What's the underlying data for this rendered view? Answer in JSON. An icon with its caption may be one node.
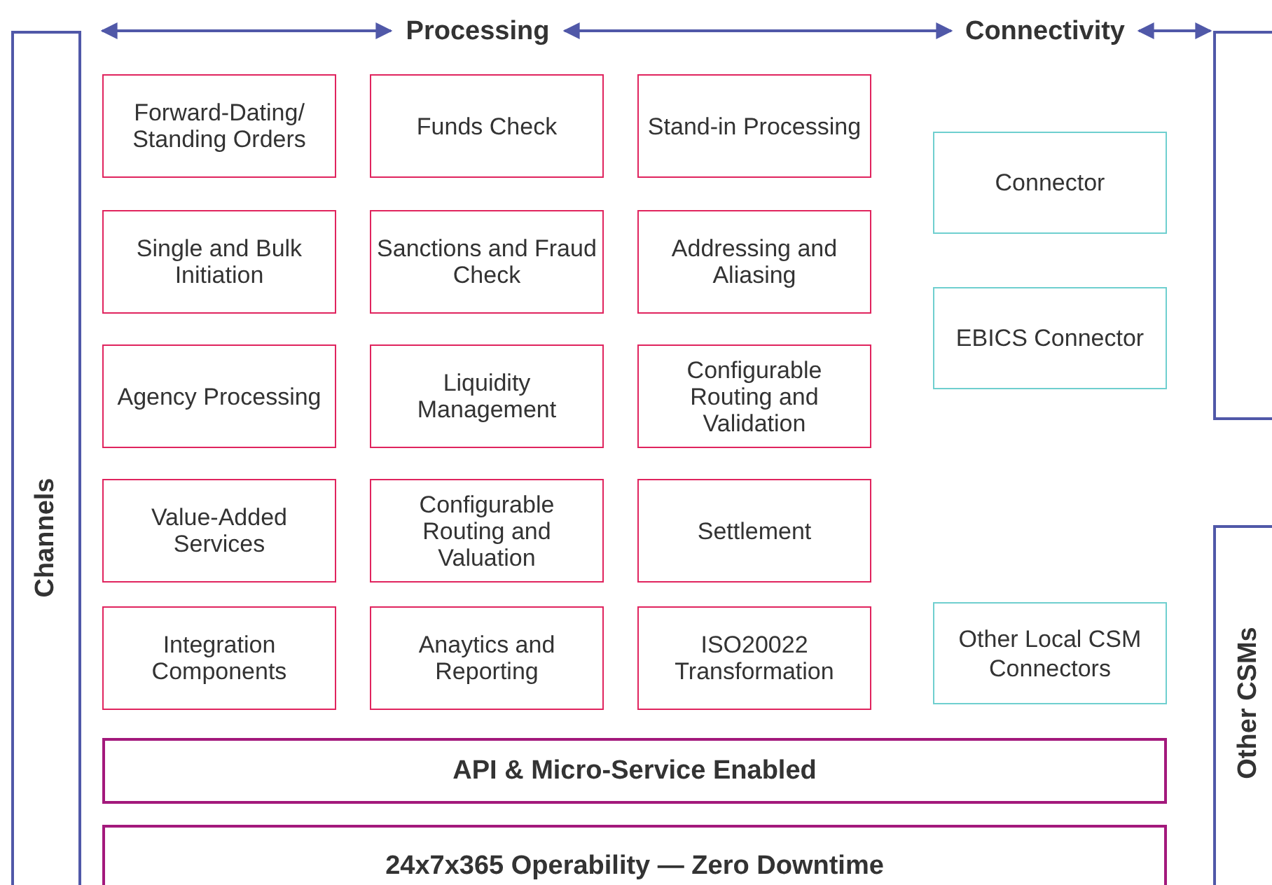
{
  "diagram": {
    "nodes": [
      {
        "text": [
          "Channels"
        ]
      },
      {
        "text": [
          "Processing"
        ]
      },
      {
        "text": [
          "Connectivity"
        ]
      },
      {
        "text": [],
        "shape": "box"
      },
      {
        "text": [
          "Other CSMs"
        ]
      },
      {
        "text": [
          "Forward-Dating/ Standing Orders"
        ]
      },
      {
        "text": [
          "Funds Check"
        ]
      },
      {
        "text": [
          "Stand-in Processing"
        ]
      },
      {
        "text": [
          "Single and Bulk Initiation"
        ]
      },
      {
        "text": [
          "Sanctions and Fraud Check"
        ]
      },
      {
        "text": [
          "Addressing and Aliasing"
        ]
      },
      {
        "text": [
          "Agency Processing"
        ]
      },
      {
        "text": [
          "Liquidity Management"
        ]
      },
      {
        "text": [
          "Configurable Routing and Validation"
        ]
      },
      {
        "text": [
          "Value-Added Services"
        ]
      },
      {
        "text": [
          "Configurable Routing and Valuation"
        ]
      },
      {
        "text": [
          "Settlement"
        ]
      },
      {
        "text": [
          "Integration Components"
        ]
      },
      {
        "text": [
          "Anaytics and Reporting"
        ]
      },
      {
        "text": [
          "ISO20022 Transformation"
        ]
      },
      {
        "text": [
          "Connector"
        ]
      },
      {
        "text": [
          "EBICS Connector"
        ]
      },
      {
        "text": [
          "Other Local CSM Connectors"
        ]
      },
      {
        "text": [
          "API & Micro-Service Enabled"
        ]
      },
      {
        "text": [
          "24x7x365 Operability — Zero Downtime"
        ]
      }
    ],
    "edges": [
      {
        "from": 0,
        "to": 1,
        "arrow": "both"
      },
      {
        "from": 1,
        "to": 2,
        "arrow": "both"
      },
      {
        "from": 2,
        "to": 3,
        "arrow": "both"
      }
    ]
  }
}
